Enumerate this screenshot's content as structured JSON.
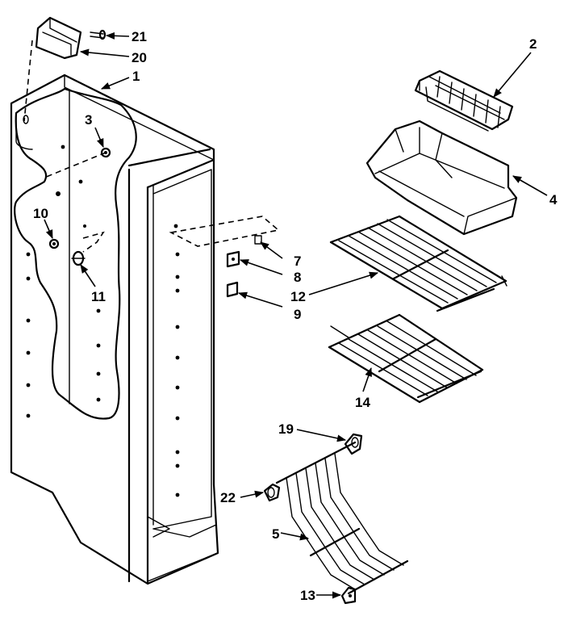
{
  "labels": {
    "p1": "1",
    "p2": "2",
    "p3": "3",
    "p4": "4",
    "p5": "5",
    "p7": "7",
    "p8": "8",
    "p9": "9",
    "p10": "10",
    "p11": "11",
    "p12": "12",
    "p13": "13",
    "p14": "14",
    "p19": "19",
    "p20": "20",
    "p21": "21",
    "p22": "22"
  }
}
